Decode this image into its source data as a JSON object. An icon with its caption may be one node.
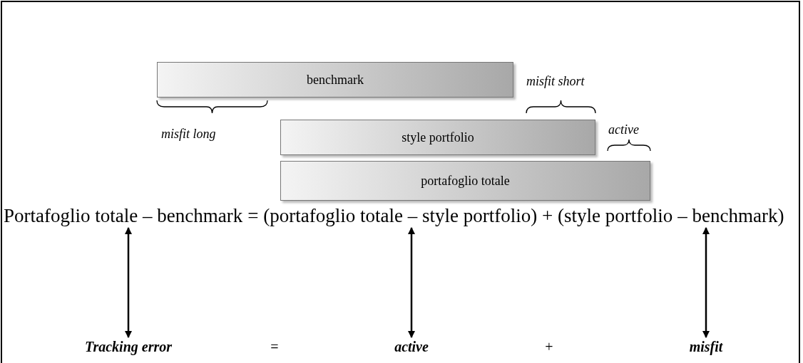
{
  "diagram": {
    "nodes": [
      {
        "text": [
          "benchmark"
        ]
      },
      {
        "text": [
          "style portfolio"
        ]
      },
      {
        "text": [
          "portafoglio totale"
        ]
      },
      {
        "text": [
          "Portafoglio totale – benchmark"
        ]
      },
      {
        "text": [
          "(portafoglio totale – style portfolio)"
        ]
      },
      {
        "text": [
          "(style portfolio – benchmark)"
        ]
      },
      {
        "text": [
          "Tracking error"
        ]
      },
      {
        "text": [
          "active"
        ]
      },
      {
        "text": [
          "misfit"
        ]
      }
    ],
    "edges": [
      {
        "from": 3,
        "to": 6,
        "arrow": "both"
      },
      {
        "from": 4,
        "to": 7,
        "arrow": "both"
      },
      {
        "from": 5,
        "to": 8,
        "arrow": "both"
      }
    ],
    "labels": [
      "misfit short",
      "misfit long",
      "active",
      "=",
      "+",
      "=",
      "+"
    ]
  }
}
